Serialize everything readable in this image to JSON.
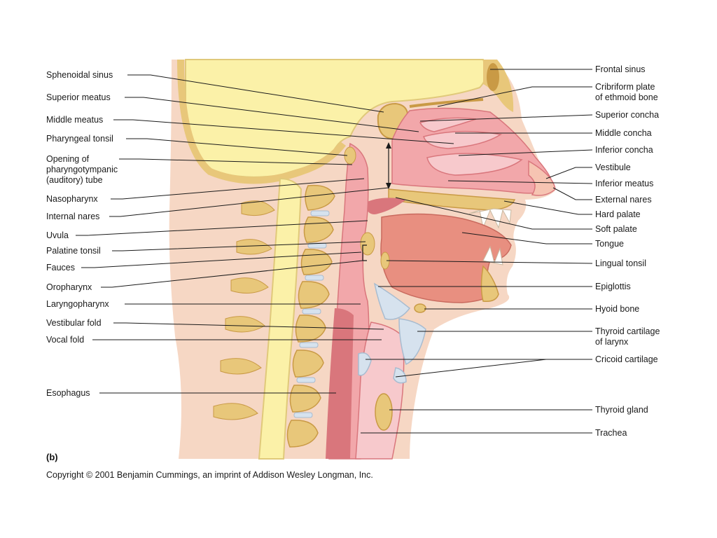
{
  "panel_label": "(b)",
  "copyright": "Copyright © 2001 Benjamin Cummings, an imprint of Addison Wesley Longman, Inc.",
  "labels_left": [
    {
      "id": "sphenoidal-sinus",
      "lines": [
        "Sphenoidal sinus"
      ]
    },
    {
      "id": "superior-meatus",
      "lines": [
        "Superior meatus"
      ]
    },
    {
      "id": "middle-meatus",
      "lines": [
        "Middle meatus"
      ]
    },
    {
      "id": "pharyngeal-tonsil",
      "lines": [
        "Pharyngeal tonsil"
      ]
    },
    {
      "id": "opening-pharyngotympanic-tube",
      "lines": [
        "Opening of",
        "pharyngotympanic",
        "(auditory) tube"
      ]
    },
    {
      "id": "nasopharynx",
      "lines": [
        "Nasopharynx"
      ]
    },
    {
      "id": "internal-nares",
      "lines": [
        "Internal nares"
      ]
    },
    {
      "id": "uvula",
      "lines": [
        "Uvula"
      ]
    },
    {
      "id": "palatine-tonsil",
      "lines": [
        "Palatine tonsil"
      ]
    },
    {
      "id": "fauces",
      "lines": [
        "Fauces"
      ]
    },
    {
      "id": "oropharynx",
      "lines": [
        "Oropharynx"
      ]
    },
    {
      "id": "laryngopharynx",
      "lines": [
        "Laryngopharynx"
      ]
    },
    {
      "id": "vestibular-fold",
      "lines": [
        "Vestibular fold"
      ]
    },
    {
      "id": "vocal-fold",
      "lines": [
        "Vocal fold"
      ]
    },
    {
      "id": "esophagus",
      "lines": [
        "Esophagus"
      ]
    }
  ],
  "labels_right": [
    {
      "id": "frontal-sinus",
      "lines": [
        "Frontal sinus"
      ]
    },
    {
      "id": "cribriform-plate",
      "lines": [
        "Cribriform plate",
        "of ethmoid bone"
      ]
    },
    {
      "id": "superior-concha",
      "lines": [
        "Superior concha"
      ]
    },
    {
      "id": "middle-concha",
      "lines": [
        "Middle concha"
      ]
    },
    {
      "id": "inferior-concha",
      "lines": [
        "Inferior concha"
      ]
    },
    {
      "id": "vestibule",
      "lines": [
        "Vestibule"
      ]
    },
    {
      "id": "inferior-meatus",
      "lines": [
        "Inferior meatus"
      ]
    },
    {
      "id": "external-nares",
      "lines": [
        "External nares"
      ]
    },
    {
      "id": "hard-palate",
      "lines": [
        "Hard palate"
      ]
    },
    {
      "id": "soft-palate",
      "lines": [
        "Soft palate"
      ]
    },
    {
      "id": "tongue",
      "lines": [
        "Tongue"
      ]
    },
    {
      "id": "lingual-tonsil",
      "lines": [
        "Lingual tonsil"
      ]
    },
    {
      "id": "epiglottis",
      "lines": [
        "Epiglottis"
      ]
    },
    {
      "id": "hyoid-bone",
      "lines": [
        "Hyoid bone"
      ]
    },
    {
      "id": "thyroid-cartilage",
      "lines": [
        "Thyroid cartilage",
        "of larynx"
      ]
    },
    {
      "id": "cricoid-cartilage",
      "lines": [
        "Cricoid cartilage"
      ]
    },
    {
      "id": "thyroid-gland",
      "lines": [
        "Thyroid gland"
      ]
    },
    {
      "id": "trachea",
      "lines": [
        "Trachea"
      ]
    }
  ],
  "colors": {
    "skin": "#f6d7c4",
    "brain": "#fbf1a8",
    "bone": "#e8c77a",
    "bone_dark": "#c99a45",
    "mucosa": "#f2a7aa",
    "mucosa_dark": "#d9767c",
    "muscle": "#e88f80",
    "cartilage": "#d6e2ee",
    "airway": "#f7c9cc"
  }
}
